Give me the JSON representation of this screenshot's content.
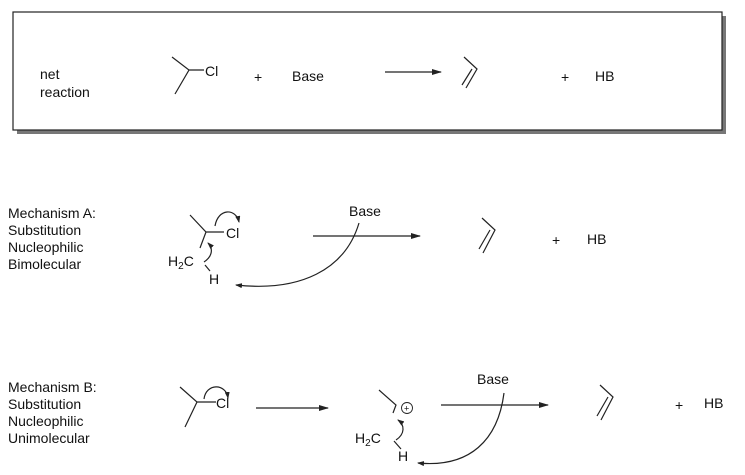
{
  "net_reaction": {
    "label_line1": "net",
    "label_line2": "reaction",
    "reactant_atom": "Cl",
    "plus1": "+",
    "reagent": "Base",
    "plus2": "+",
    "byproduct": "HB"
  },
  "mechanism_a": {
    "lines": [
      "Mechanism A:",
      "Substitution",
      "Nucleophilic",
      "Bimolecular"
    ],
    "cl": "Cl",
    "h2c": "H",
    "h2c_sub": "2",
    "h2c_c": "C",
    "h": "H",
    "reagent": "Base",
    "plus": "+",
    "byproduct": "HB"
  },
  "mechanism_b": {
    "lines": [
      "Mechanism B:",
      "Substitution",
      "Nucleophilic",
      "Unimolecular"
    ],
    "cl": "Cl",
    "charge": "+",
    "h2c": "H",
    "h2c_sub": "2",
    "h2c_c": "C",
    "h": "H",
    "reagent": "Base",
    "plus": "+",
    "byproduct": "HB"
  }
}
